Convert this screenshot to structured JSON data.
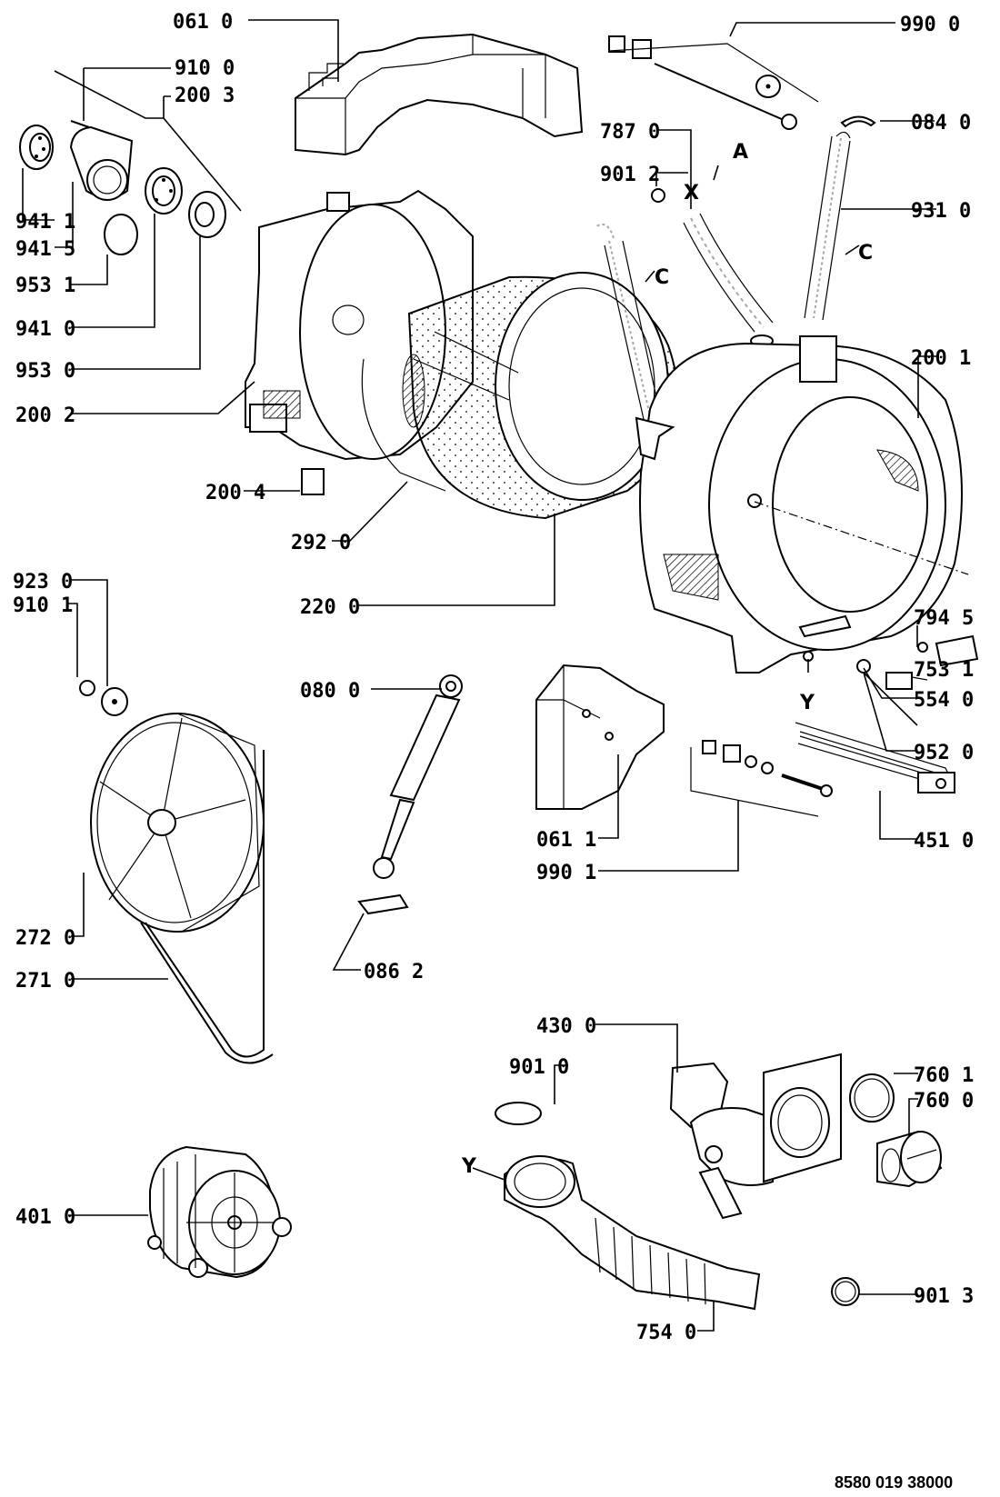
{
  "document_code": "8580 019 38000",
  "callouts": [
    {
      "id": "061-0",
      "text": "061 0",
      "anchor": "start"
    },
    {
      "id": "910-0",
      "text": "910 0",
      "anchor": "start"
    },
    {
      "id": "200-3",
      "text": "200 3",
      "anchor": "start"
    },
    {
      "id": "941-1",
      "text": "941 1",
      "anchor": "start"
    },
    {
      "id": "941-5",
      "text": "941 5",
      "anchor": "start"
    },
    {
      "id": "953-1",
      "text": "953 1",
      "anchor": "start"
    },
    {
      "id": "941-0",
      "text": "941 0",
      "anchor": "start"
    },
    {
      "id": "953-0",
      "text": "953 0",
      "anchor": "start"
    },
    {
      "id": "200-2",
      "text": "200 2",
      "anchor": "start"
    },
    {
      "id": "200-4",
      "text": "200 4",
      "anchor": "start"
    },
    {
      "id": "292-0",
      "text": "292 0",
      "anchor": "start"
    },
    {
      "id": "220-0",
      "text": "220 0",
      "anchor": "start"
    },
    {
      "id": "923-0",
      "text": "923 0",
      "anchor": "start"
    },
    {
      "id": "910-1",
      "text": "910 1",
      "anchor": "start"
    },
    {
      "id": "080-0",
      "text": "080 0",
      "anchor": "start"
    },
    {
      "id": "272-0",
      "text": "272 0",
      "anchor": "start"
    },
    {
      "id": "271-0",
      "text": "271 0",
      "anchor": "start"
    },
    {
      "id": "086-2",
      "text": "086 2",
      "anchor": "start"
    },
    {
      "id": "401-0",
      "text": "401 0",
      "anchor": "start"
    },
    {
      "id": "990-0",
      "text": "990 0",
      "anchor": "start"
    },
    {
      "id": "787-0",
      "text": "787 0",
      "anchor": "start"
    },
    {
      "id": "084-0",
      "text": "084 0",
      "anchor": "start"
    },
    {
      "id": "901-2",
      "text": "901 2",
      "anchor": "start"
    },
    {
      "id": "931-0",
      "text": "931 0",
      "anchor": "start"
    },
    {
      "id": "200-1",
      "text": "200 1",
      "anchor": "start"
    },
    {
      "id": "794-5",
      "text": "794 5",
      "anchor": "start"
    },
    {
      "id": "753-1",
      "text": "753 1",
      "anchor": "start"
    },
    {
      "id": "554-0",
      "text": "554 0",
      "anchor": "start"
    },
    {
      "id": "952-0",
      "text": "952 0",
      "anchor": "start"
    },
    {
      "id": "451-0",
      "text": "451 0",
      "anchor": "start"
    },
    {
      "id": "061-1",
      "text": "061 1",
      "anchor": "start"
    },
    {
      "id": "990-1",
      "text": "990 1",
      "anchor": "start"
    },
    {
      "id": "430-0",
      "text": "430 0",
      "anchor": "start"
    },
    {
      "id": "901-0",
      "text": "901 0",
      "anchor": "start"
    },
    {
      "id": "760-1",
      "text": "760 1",
      "anchor": "start"
    },
    {
      "id": "760-0",
      "text": "760 0",
      "anchor": "start"
    },
    {
      "id": "901-3",
      "text": "901 3",
      "anchor": "start"
    },
    {
      "id": "754-0",
      "text": "754 0",
      "anchor": "start"
    }
  ],
  "letters": [
    {
      "id": "A-1",
      "text": "A"
    },
    {
      "id": "X-1",
      "text": "X"
    },
    {
      "id": "C-1",
      "text": "C"
    },
    {
      "id": "C-2",
      "text": "C"
    },
    {
      "id": "Y-1",
      "text": "Y"
    },
    {
      "id": "Y-2",
      "text": "Y"
    }
  ]
}
